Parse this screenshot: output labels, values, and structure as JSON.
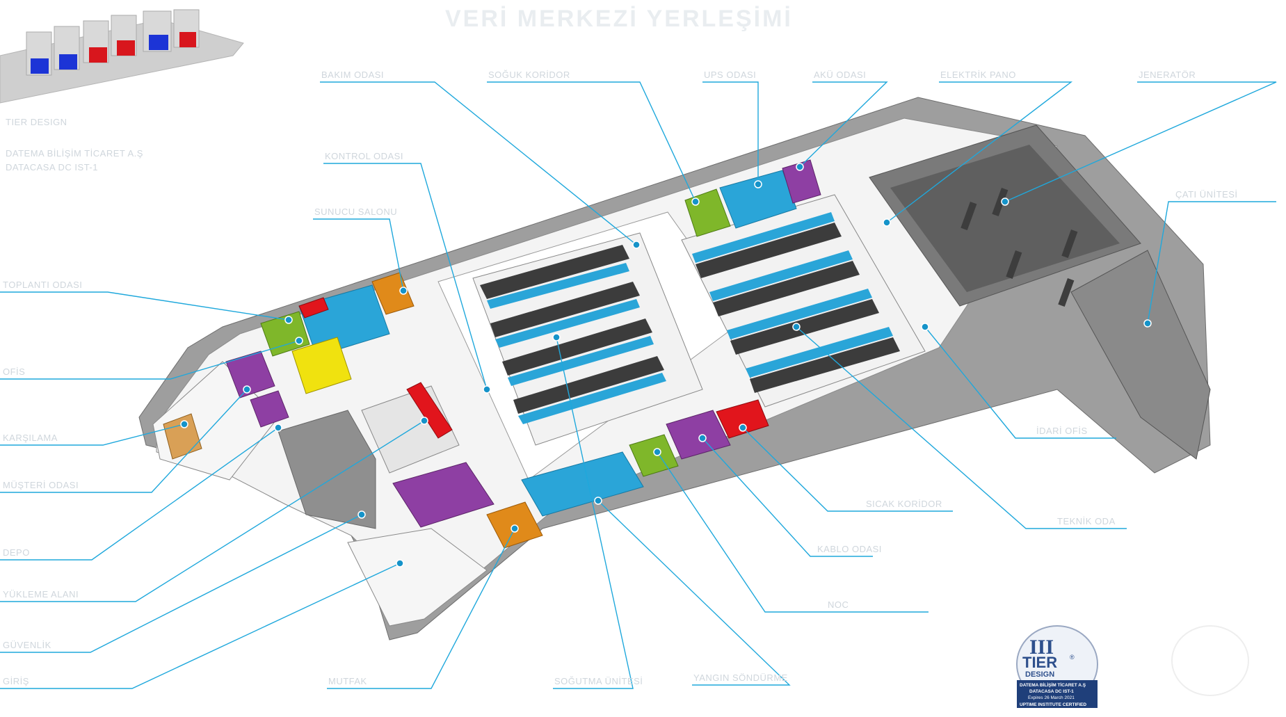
{
  "diagram": {
    "title": "VERİ MERKEZİ YERLEŞİMİ",
    "legend_lines": [
      "TIER DESIGN",
      "DATEMA BİLİŞİM TİCARET A.Ş",
      "DATACASA DC IST-1"
    ],
    "callouts": [
      {
        "id": "c01",
        "text": "BAKIM ODASI"
      },
      {
        "id": "c02",
        "text": "SOĞUK KORİDOR"
      },
      {
        "id": "c03",
        "text": "UPS ODASI"
      },
      {
        "id": "c04",
        "text": "AKÜ ODASI"
      },
      {
        "id": "c05",
        "text": "ELEKTRİK PANO"
      },
      {
        "id": "c06",
        "text": "JENERATÖR"
      },
      {
        "id": "c07",
        "text": "KONTROL ODASI"
      },
      {
        "id": "c08",
        "text": "SUNUCU SALONU"
      },
      {
        "id": "c09",
        "text": "TOPLANTI ODASI"
      },
      {
        "id": "c10",
        "text": "OFİS"
      },
      {
        "id": "c11",
        "text": "KARŞILAMA"
      },
      {
        "id": "c12",
        "text": "MÜŞTERİ ODASI"
      },
      {
        "id": "c13",
        "text": "DEPO"
      },
      {
        "id": "c14",
        "text": "YÜKLEME ALANI"
      },
      {
        "id": "c15",
        "text": "GÜVENLİK"
      },
      {
        "id": "c16",
        "text": "GİRİŞ"
      },
      {
        "id": "c17",
        "text": "MUTFAK"
      },
      {
        "id": "c18",
        "text": "SOĞUTMA ÜNİTESİ"
      },
      {
        "id": "c19",
        "text": "YANGIN SÖNDÜRME"
      },
      {
        "id": "c20",
        "text": "NOC"
      },
      {
        "id": "c21",
        "text": "KABLO ODASI"
      },
      {
        "id": "c22",
        "text": "SICAK KORİDOR"
      },
      {
        "id": "c23",
        "text": "TEKNİK ODA"
      },
      {
        "id": "c24",
        "text": "İDARİ OFİS"
      },
      {
        "id": "c25",
        "text": "ÇATI ÜNİTESİ"
      }
    ]
  },
  "badge": {
    "brand": "TIER",
    "roman": "III",
    "design": "DESIGN",
    "company": "DATEMA BİLİŞİM TİCARET A.Ş",
    "site": "DATACASA DC IST-1",
    "expires": "Expires 26 March 2021",
    "certified": "UPTIME INSTITUTE CERTIFIED",
    "registered": "®"
  },
  "colors": {
    "accent": "#1fa8dc",
    "ups": "#2aa5d8",
    "battery": "#8e3fa3",
    "electrical": "#7fb72a",
    "control": "#f0e20f",
    "generator": "#e1151c",
    "office": "#e08a1a",
    "wall": "#9e9e9e",
    "roof": "#5a5a5a"
  }
}
